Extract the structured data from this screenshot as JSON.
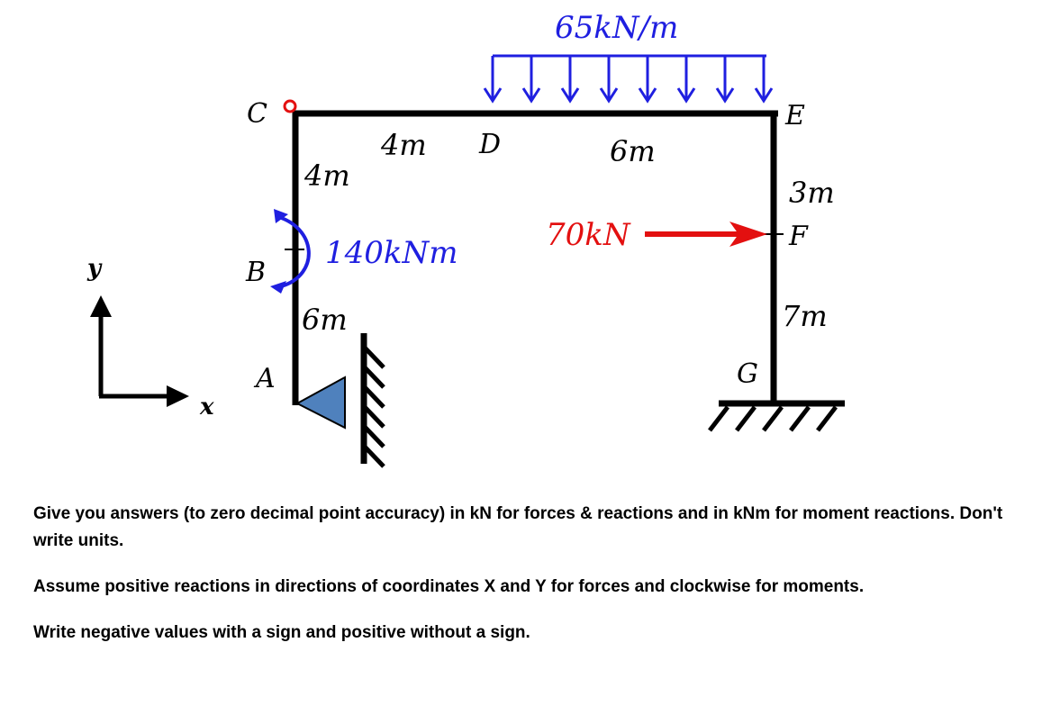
{
  "diagram": {
    "axes": {
      "x": "x",
      "y": "y"
    },
    "nodes": {
      "A": "A",
      "B": "B",
      "C": "C",
      "D": "D",
      "E": "E",
      "F": "F",
      "G": "G"
    },
    "dimensions": {
      "CD": "4m",
      "DE": "6m",
      "CB": "4m",
      "BA": "6m",
      "EF": "3m",
      "FG": "7m"
    },
    "loads": {
      "distributed": "65kN/m",
      "point_force": "70kN",
      "moment": "140kNm"
    },
    "colors": {
      "distributed": "#1f1fe0",
      "point_force": "#e31010",
      "moment": "#1f1fe0",
      "pin_support": "#4f81bd",
      "hinge": "#e31010"
    }
  },
  "instructions": [
    "Give you answers (to zero decimal point accuracy) in kN for forces & reactions and in kNm for moment reactions. Don't write units.",
    "Assume positive reactions in directions of coordinates X and Y for forces and clockwise for moments.",
    "Write negative values with a sign and positive without a sign."
  ]
}
